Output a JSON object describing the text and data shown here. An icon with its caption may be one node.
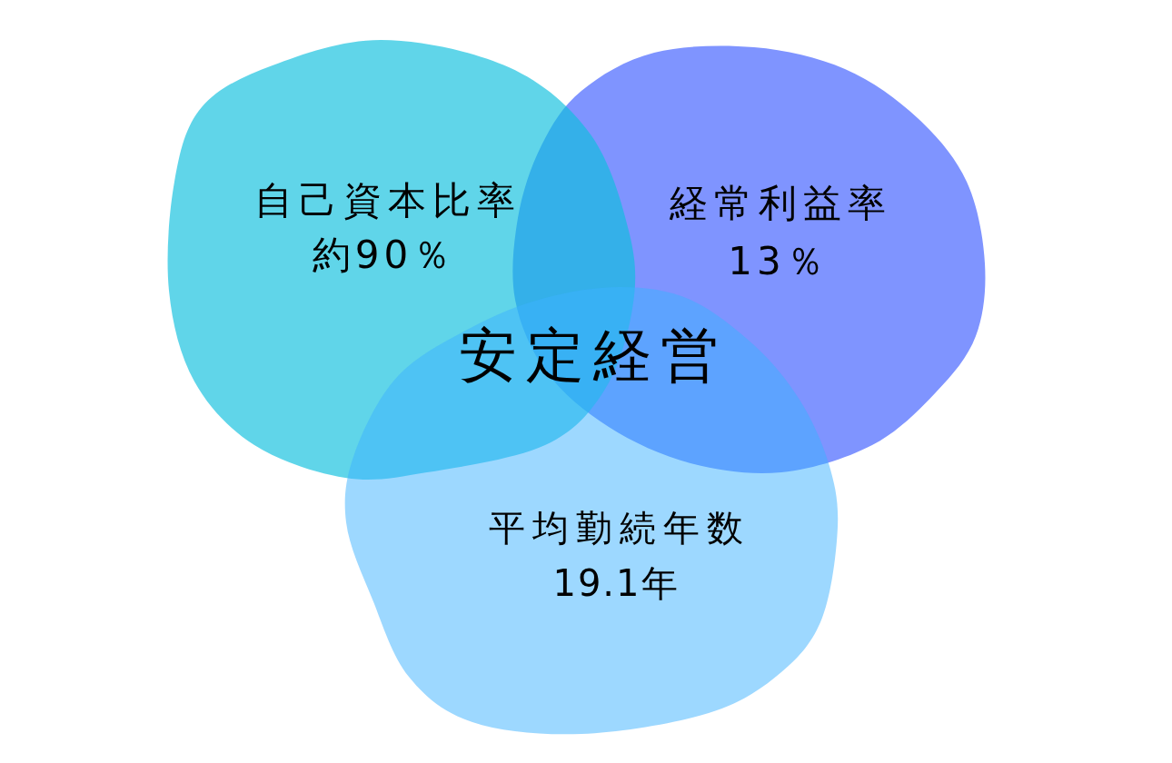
{
  "diagram": {
    "nodes": [
      {
        "text": [
          "自己資本比率",
          "約90％"
        ]
      },
      {
        "text": [
          "経常利益率",
          "13％"
        ]
      },
      {
        "text": [
          "平均勤続年数",
          "19.1年"
        ]
      }
    ],
    "labels": [
      "安定経営"
    ]
  }
}
